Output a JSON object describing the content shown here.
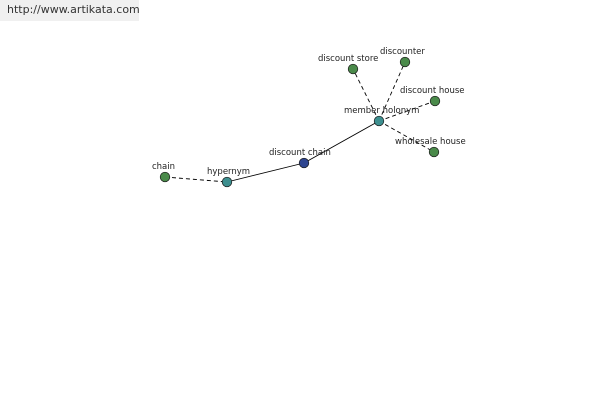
{
  "header": {
    "url_text": "http://www.artikata.com"
  },
  "colors": {
    "leaf_node": "#4a8a4a",
    "relation_node": "#3d8f8f",
    "center_node": "#2e4590",
    "edge": "#000000"
  },
  "graph": {
    "nodes": [
      {
        "id": "chain",
        "label": "chain",
        "kind": "leaf"
      },
      {
        "id": "hypernym",
        "label": "hypernym",
        "kind": "relation"
      },
      {
        "id": "discount-chain",
        "label": "discount chain",
        "kind": "center"
      },
      {
        "id": "member-holonym",
        "label": "member holonym",
        "kind": "relation"
      },
      {
        "id": "discount-store",
        "label": "discount store",
        "kind": "leaf"
      },
      {
        "id": "discounter",
        "label": "discounter",
        "kind": "leaf"
      },
      {
        "id": "discount-house",
        "label": "discount house",
        "kind": "leaf"
      },
      {
        "id": "wholesale-house",
        "label": "wholesale house",
        "kind": "leaf"
      }
    ],
    "edges": [
      {
        "from": "chain",
        "to": "hypernym",
        "style": "dashed"
      },
      {
        "from": "hypernym",
        "to": "discount-chain",
        "style": "solid"
      },
      {
        "from": "discount-chain",
        "to": "member-holonym",
        "style": "solid"
      },
      {
        "from": "member-holonym",
        "to": "discount-store",
        "style": "dashed"
      },
      {
        "from": "member-holonym",
        "to": "discounter",
        "style": "dashed"
      },
      {
        "from": "member-holonym",
        "to": "discount-house",
        "style": "dashed"
      },
      {
        "from": "member-holonym",
        "to": "wholesale-house",
        "style": "dashed"
      }
    ]
  }
}
